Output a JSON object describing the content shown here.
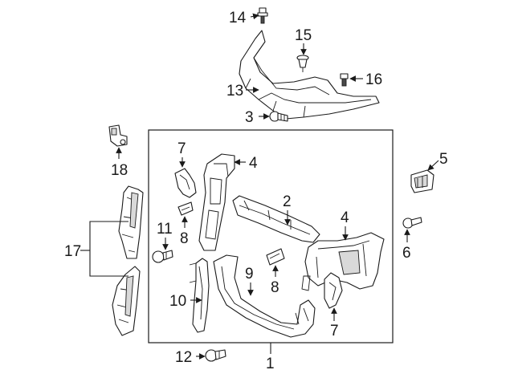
{
  "callouts": {
    "c1": "1",
    "c2": "2",
    "c3": "3",
    "c4a": "4",
    "c4b": "4",
    "c5": "5",
    "c6": "6",
    "c7a": "7",
    "c7b": "7",
    "c8a": "8",
    "c8b": "8",
    "c9": "9",
    "c10": "10",
    "c11": "11",
    "c12": "12",
    "c13": "13",
    "c14": "14",
    "c15": "15",
    "c16": "16",
    "c17": "17",
    "c18": "18"
  },
  "colors": {
    "line": "#1a1a1a",
    "fill": "#ffffff",
    "shade": "#d9d9d9"
  }
}
